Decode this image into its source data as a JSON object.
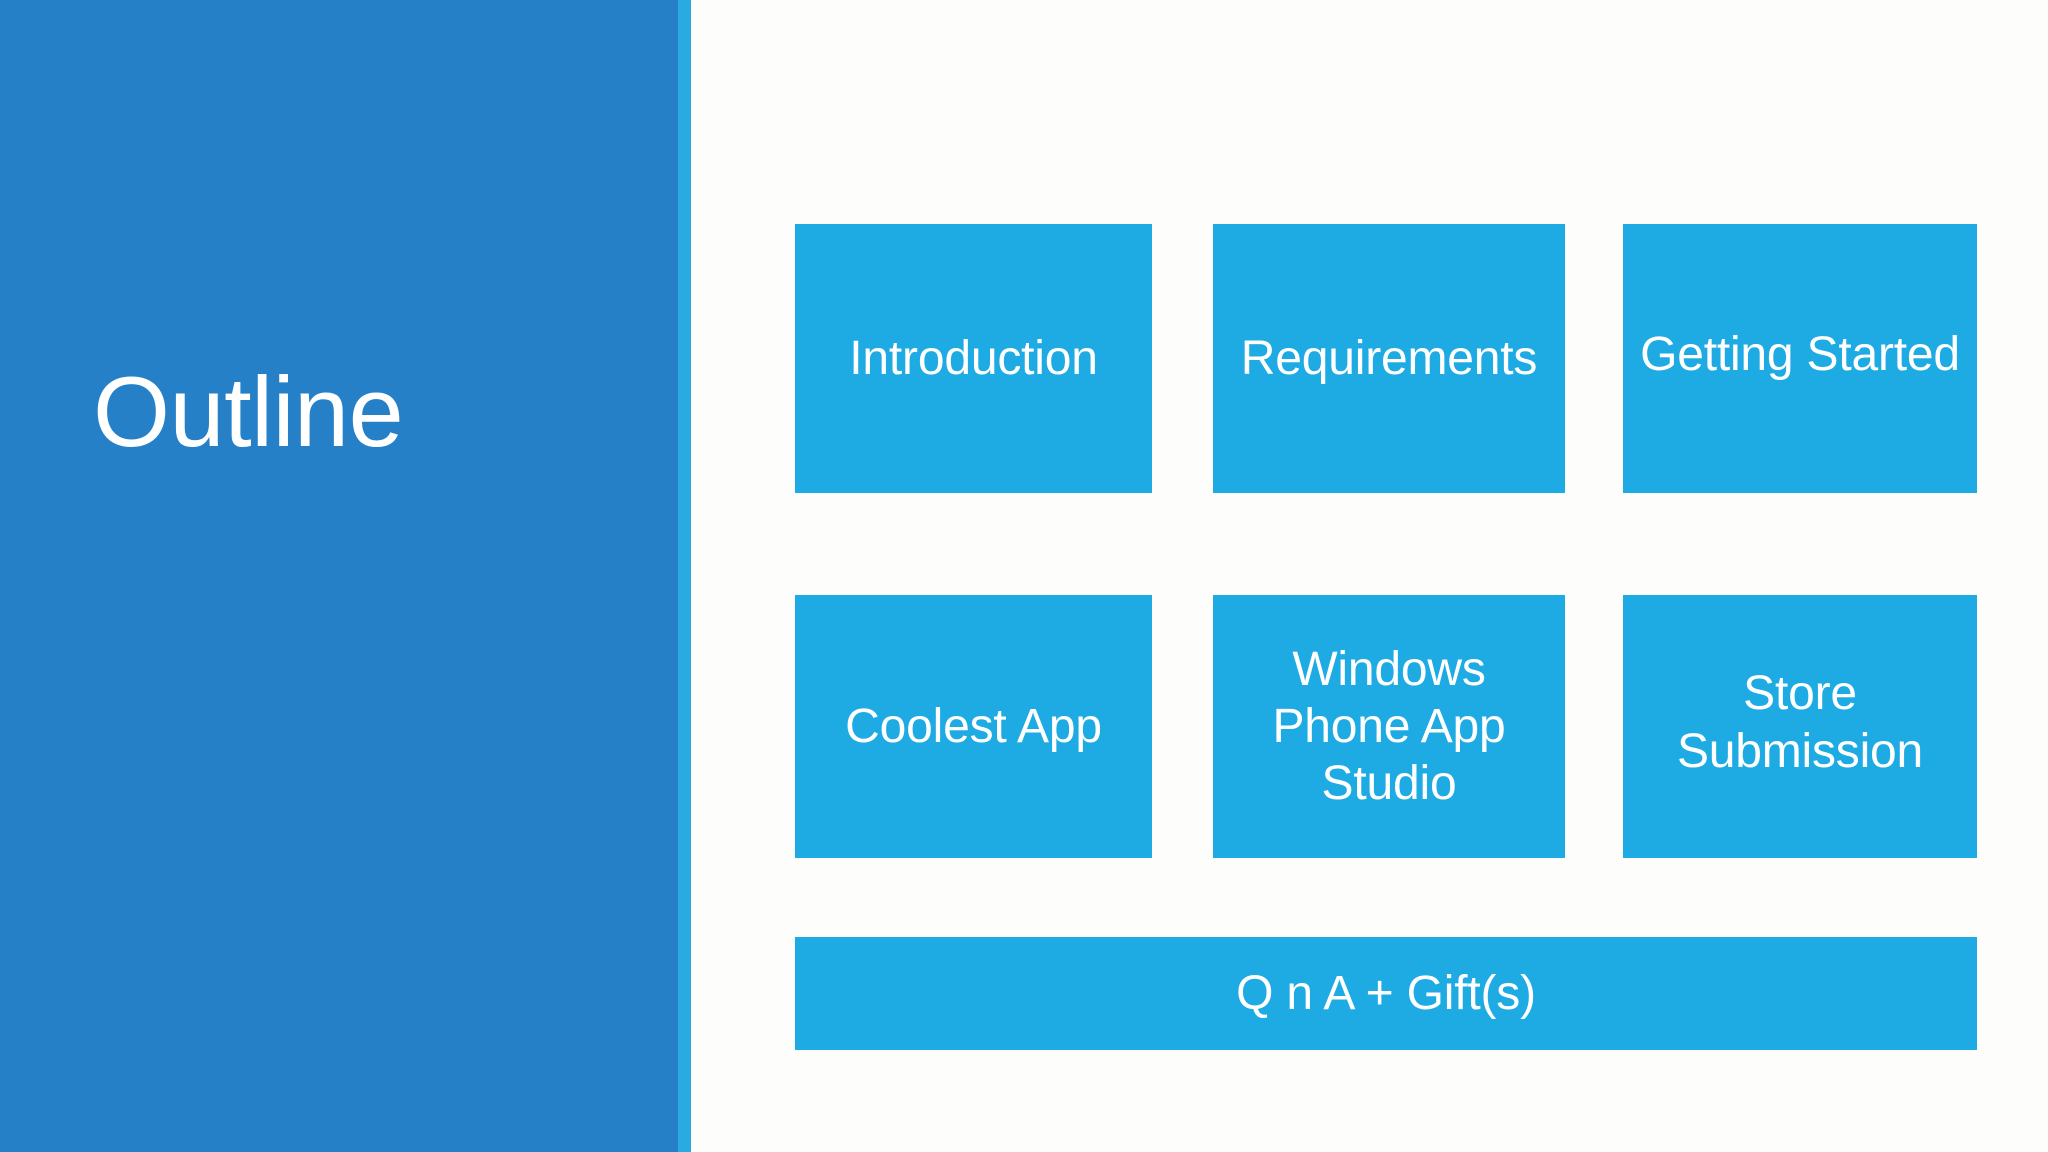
{
  "slide": {
    "title": "Outline",
    "colors": {
      "panel_blue": "#2580c8",
      "accent_stripe": "#29abe2",
      "tile_blue": "#1eabe3",
      "background": "#fdfefb",
      "text": "#ffffff"
    }
  },
  "tiles": [
    {
      "id": "introduction",
      "label": "Introduction"
    },
    {
      "id": "requirements",
      "label": "Requirements"
    },
    {
      "id": "getting-started",
      "label": "Getting Started"
    },
    {
      "id": "coolest-app",
      "label": "Coolest App"
    },
    {
      "id": "windows-phone-app-studio",
      "label": "Windows\nPhone App\nStudio"
    },
    {
      "id": "store-submission",
      "label": "Store\nSubmission"
    }
  ],
  "bottom_bar": {
    "label": "Q n A + Gift(s)"
  }
}
